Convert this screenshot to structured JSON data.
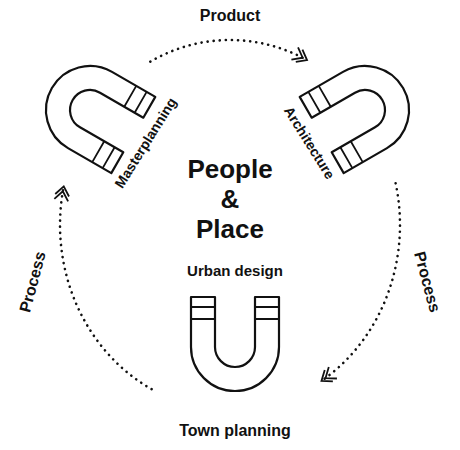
{
  "diagram": {
    "nodes": [
      {
        "text": [
          "Masterplanning"
        ]
      },
      {
        "text": [
          "Architecture"
        ]
      },
      {
        "text": [
          "Urban design",
          "Town planning"
        ]
      }
    ],
    "edges": [
      {
        "from": 0,
        "to": 1,
        "arrow": "to",
        "label": "Product"
      },
      {
        "from": 1,
        "to": 2,
        "arrow": "to",
        "label": "Process"
      },
      {
        "from": 2,
        "to": 0,
        "arrow": "to",
        "label": "Process"
      }
    ],
    "labels": [
      "People & Place"
    ]
  }
}
